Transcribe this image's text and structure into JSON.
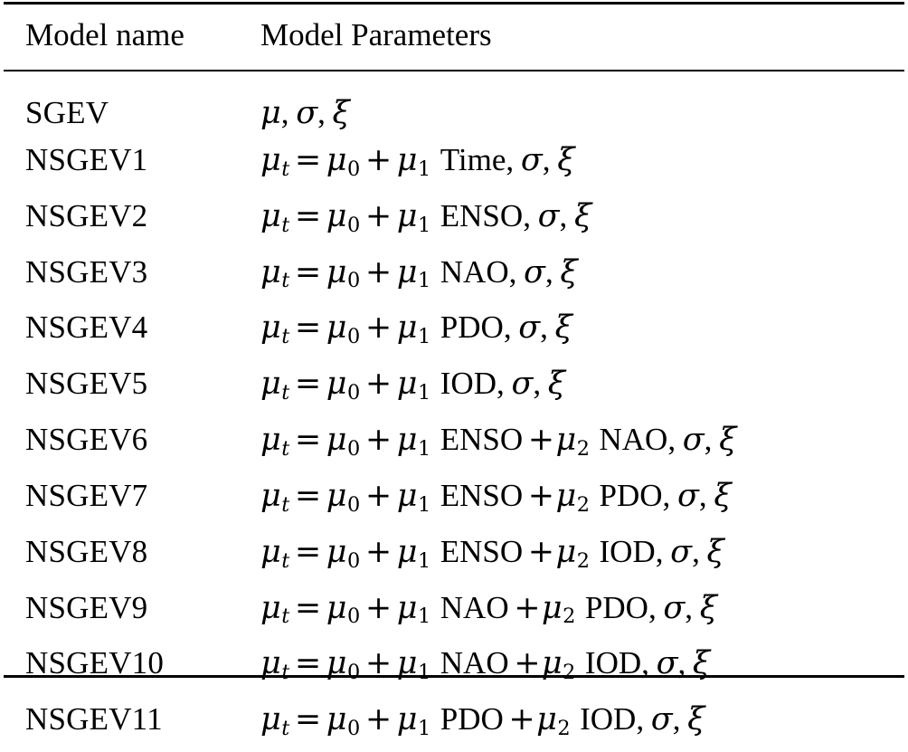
{
  "table": {
    "caption_present": false,
    "headers": {
      "name": "Model name",
      "params": "Model Parameters"
    },
    "symbols": {
      "mu": "μ",
      "sigma": "σ",
      "xi": "ξ",
      "equals": "=",
      "plus": "+",
      "comma": ",",
      "sub_t": "t",
      "sub_0": "0",
      "sub_1": "1",
      "sub_2": "2"
    },
    "rows": [
      {
        "model": "SGEV",
        "form": "stationary",
        "covariates": [],
        "params_text": "μ, σ, ξ"
      },
      {
        "model": "NSGEV1",
        "form": "linear-1",
        "covariates": [
          "Time"
        ],
        "params_text": "μ_t = μ_0 + μ_1 Time, σ, ξ"
      },
      {
        "model": "NSGEV2",
        "form": "linear-1",
        "covariates": [
          "ENSO"
        ],
        "params_text": "μ_t = μ_0 + μ_1 ENSO, σ, ξ"
      },
      {
        "model": "NSGEV3",
        "form": "linear-1",
        "covariates": [
          "NAO"
        ],
        "params_text": "μ_t = μ_0 + μ_1 NAO, σ, ξ"
      },
      {
        "model": "NSGEV4",
        "form": "linear-1",
        "covariates": [
          "PDO"
        ],
        "params_text": "μ_t = μ_0 + μ_1 PDO, σ, ξ"
      },
      {
        "model": "NSGEV5",
        "form": "linear-1",
        "covariates": [
          "IOD"
        ],
        "params_text": "μ_t = μ_0 + μ_1 IOD, σ, ξ"
      },
      {
        "model": "NSGEV6",
        "form": "linear-2",
        "covariates": [
          "ENSO",
          "NAO"
        ],
        "params_text": "μ_t = μ_0 + μ_1 ENSO + μ_2 NAO, σ, ξ"
      },
      {
        "model": "NSGEV7",
        "form": "linear-2",
        "covariates": [
          "ENSO",
          "PDO"
        ],
        "params_text": "μ_t = μ_0 + μ_1 ENSO + μ_2 PDO, σ, ξ"
      },
      {
        "model": "NSGEV8",
        "form": "linear-2",
        "covariates": [
          "ENSO",
          "IOD"
        ],
        "params_text": "μ_t = μ_0 + μ_1 ENSO + μ_2 IOD, σ, ξ"
      },
      {
        "model": "NSGEV9",
        "form": "linear-2",
        "covariates": [
          "NAO",
          "PDO"
        ],
        "params_text": "μ_t = μ_0 + μ_1 NAO + μ_2 PDO, σ, ξ"
      },
      {
        "model": "NSGEV10",
        "form": "linear-2",
        "covariates": [
          "NAO",
          "IOD"
        ],
        "params_text": "μ_t = μ_0 + μ_1 NAO + μ_2 IOD, σ, ξ"
      },
      {
        "model": "NSGEV11",
        "form": "linear-2",
        "covariates": [
          "PDO",
          "IOD"
        ],
        "params_text": "μ_t = μ_0 + μ_1 PDO + μ_2 IOD, σ, ξ"
      }
    ]
  },
  "style": {
    "text_color": "#000000",
    "background_color": "#ffffff",
    "rule_color": "#000000"
  }
}
